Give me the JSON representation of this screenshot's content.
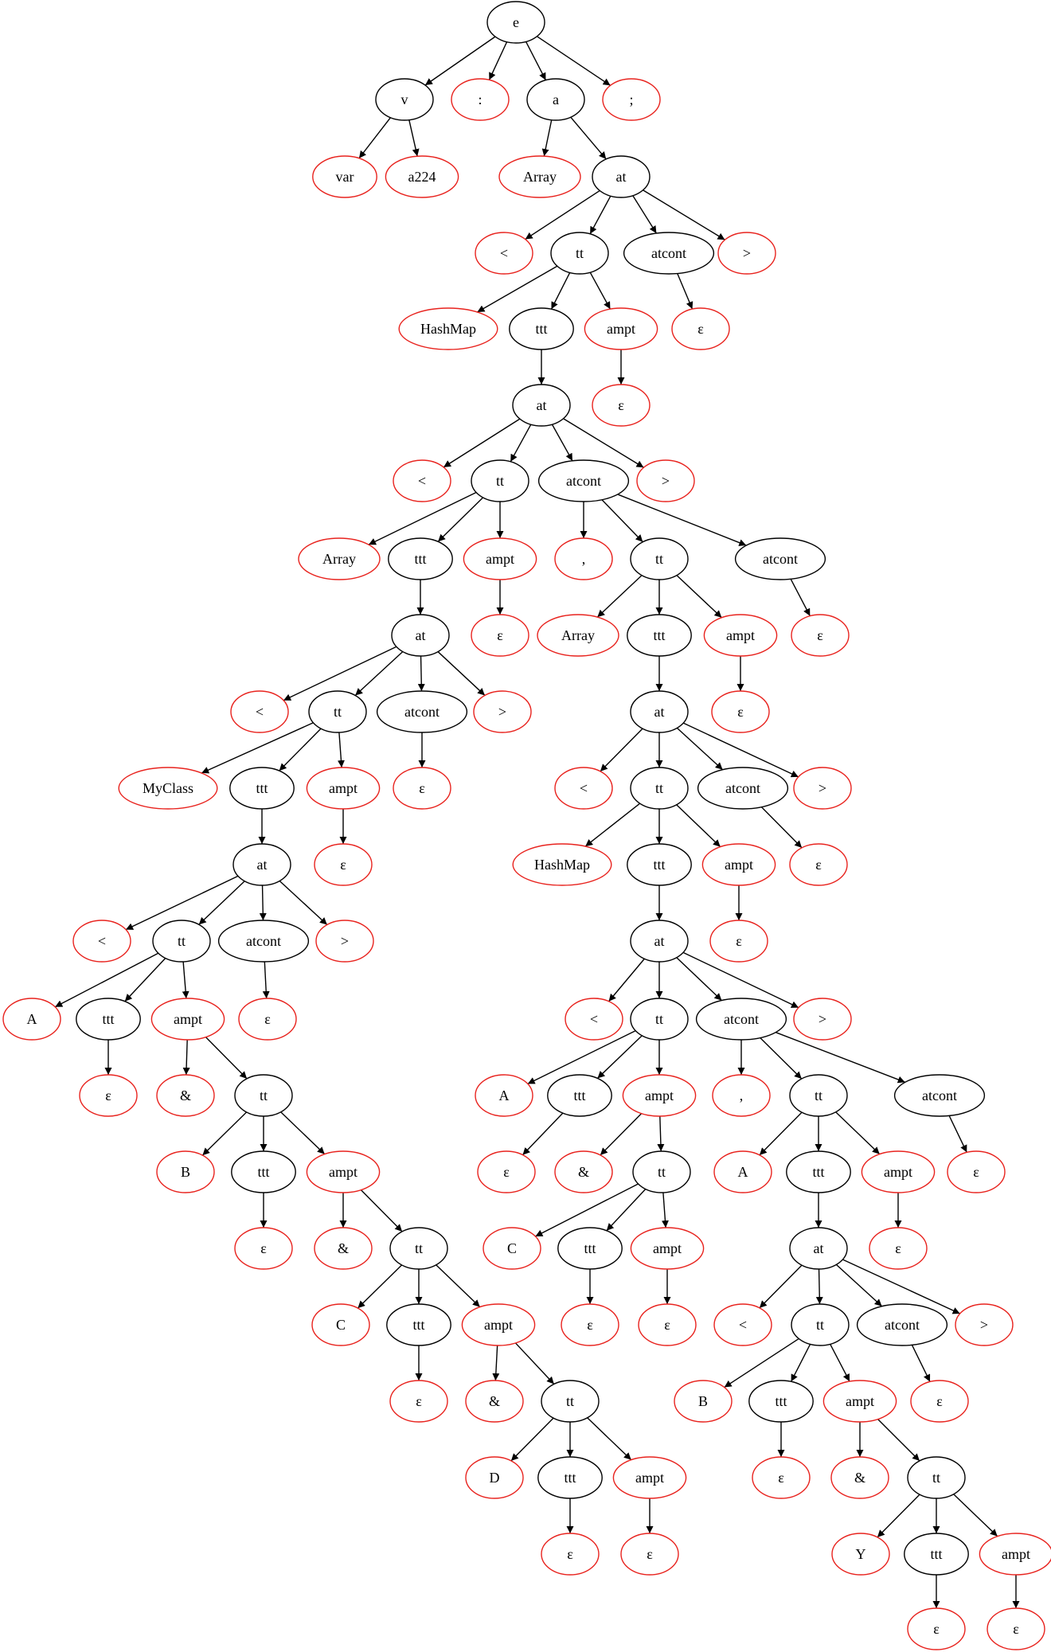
{
  "colors": {
    "nonterminal": "#000000",
    "terminal": "#e8231e",
    "background": "#ffffff"
  },
  "tree": {
    "nodes": [
      {
        "id": "n0",
        "label": "e",
        "kind": "nonterminal"
      },
      {
        "id": "n1",
        "label": "v",
        "kind": "nonterminal"
      },
      {
        "id": "n2",
        "label": ":",
        "kind": "terminal"
      },
      {
        "id": "n3",
        "label": "a",
        "kind": "nonterminal"
      },
      {
        "id": "n4",
        "label": ";",
        "kind": "terminal"
      },
      {
        "id": "n5",
        "label": "var",
        "kind": "terminal"
      },
      {
        "id": "n6",
        "label": "a224",
        "kind": "terminal"
      },
      {
        "id": "n7",
        "label": "Array",
        "kind": "terminal"
      },
      {
        "id": "n8",
        "label": "at",
        "kind": "nonterminal"
      },
      {
        "id": "n9",
        "label": "<",
        "kind": "terminal"
      },
      {
        "id": "n10",
        "label": "tt",
        "kind": "nonterminal"
      },
      {
        "id": "n11",
        "label": "atcont",
        "kind": "nonterminal"
      },
      {
        "id": "n12",
        "label": ">",
        "kind": "terminal"
      },
      {
        "id": "n13",
        "label": "HashMap",
        "kind": "terminal"
      },
      {
        "id": "n14",
        "label": "ttt",
        "kind": "nonterminal"
      },
      {
        "id": "n15",
        "label": "ampt",
        "kind": "terminal"
      },
      {
        "id": "n16",
        "label": "ε",
        "kind": "terminal"
      },
      {
        "id": "n17",
        "label": "at",
        "kind": "nonterminal"
      },
      {
        "id": "n18",
        "label": "ε",
        "kind": "terminal"
      },
      {
        "id": "n19",
        "label": "<",
        "kind": "terminal"
      },
      {
        "id": "n20",
        "label": "tt",
        "kind": "nonterminal"
      },
      {
        "id": "n21",
        "label": "atcont",
        "kind": "nonterminal"
      },
      {
        "id": "n22",
        "label": ">",
        "kind": "terminal"
      },
      {
        "id": "n23",
        "label": "Array",
        "kind": "terminal"
      },
      {
        "id": "n24",
        "label": "ttt",
        "kind": "nonterminal"
      },
      {
        "id": "n25",
        "label": "ampt",
        "kind": "terminal"
      },
      {
        "id": "n26",
        "label": ",",
        "kind": "terminal"
      },
      {
        "id": "n27",
        "label": "tt",
        "kind": "nonterminal"
      },
      {
        "id": "n28",
        "label": "atcont",
        "kind": "nonterminal"
      },
      {
        "id": "n29",
        "label": "at",
        "kind": "nonterminal"
      },
      {
        "id": "n30",
        "label": "ε",
        "kind": "terminal"
      },
      {
        "id": "n31",
        "label": "Array",
        "kind": "terminal"
      },
      {
        "id": "n32",
        "label": "ttt",
        "kind": "nonterminal"
      },
      {
        "id": "n33",
        "label": "ampt",
        "kind": "terminal"
      },
      {
        "id": "n34",
        "label": "ε",
        "kind": "terminal"
      },
      {
        "id": "n35",
        "label": "<",
        "kind": "terminal"
      },
      {
        "id": "n36",
        "label": "tt",
        "kind": "nonterminal"
      },
      {
        "id": "n37",
        "label": "atcont",
        "kind": "nonterminal"
      },
      {
        "id": "n38",
        "label": ">",
        "kind": "terminal"
      },
      {
        "id": "n39",
        "label": "at",
        "kind": "nonterminal"
      },
      {
        "id": "n40",
        "label": "ε",
        "kind": "terminal"
      },
      {
        "id": "n41",
        "label": "MyClass",
        "kind": "terminal"
      },
      {
        "id": "n42",
        "label": "ttt",
        "kind": "nonterminal"
      },
      {
        "id": "n43",
        "label": "ampt",
        "kind": "terminal"
      },
      {
        "id": "n44",
        "label": "ε",
        "kind": "terminal"
      },
      {
        "id": "n45",
        "label": "<",
        "kind": "terminal"
      },
      {
        "id": "n46",
        "label": "tt",
        "kind": "nonterminal"
      },
      {
        "id": "n47",
        "label": "atcont",
        "kind": "nonterminal"
      },
      {
        "id": "n48",
        "label": ">",
        "kind": "terminal"
      },
      {
        "id": "n49",
        "label": "at",
        "kind": "nonterminal"
      },
      {
        "id": "n50",
        "label": "ε",
        "kind": "terminal"
      },
      {
        "id": "n51",
        "label": "HashMap",
        "kind": "terminal"
      },
      {
        "id": "n52",
        "label": "ttt",
        "kind": "nonterminal"
      },
      {
        "id": "n53",
        "label": "ampt",
        "kind": "terminal"
      },
      {
        "id": "n54",
        "label": "ε",
        "kind": "terminal"
      },
      {
        "id": "n55",
        "label": "<",
        "kind": "terminal"
      },
      {
        "id": "n56",
        "label": "tt",
        "kind": "nonterminal"
      },
      {
        "id": "n57",
        "label": "atcont",
        "kind": "nonterminal"
      },
      {
        "id": "n58",
        "label": ">",
        "kind": "terminal"
      },
      {
        "id": "n59",
        "label": "at",
        "kind": "nonterminal"
      },
      {
        "id": "n60",
        "label": "ε",
        "kind": "terminal"
      },
      {
        "id": "n61",
        "label": "A",
        "kind": "terminal"
      },
      {
        "id": "n62",
        "label": "ttt",
        "kind": "nonterminal"
      },
      {
        "id": "n63",
        "label": "ampt",
        "kind": "terminal"
      },
      {
        "id": "n64",
        "label": "ε",
        "kind": "terminal"
      },
      {
        "id": "n65",
        "label": "<",
        "kind": "terminal"
      },
      {
        "id": "n66",
        "label": "tt",
        "kind": "nonterminal"
      },
      {
        "id": "n67",
        "label": "atcont",
        "kind": "nonterminal"
      },
      {
        "id": "n68",
        "label": ">",
        "kind": "terminal"
      },
      {
        "id": "n69",
        "label": "ε",
        "kind": "terminal"
      },
      {
        "id": "n70",
        "label": "&",
        "kind": "terminal"
      },
      {
        "id": "n71",
        "label": "tt",
        "kind": "nonterminal"
      },
      {
        "id": "n72",
        "label": "A",
        "kind": "terminal"
      },
      {
        "id": "n73",
        "label": "ttt",
        "kind": "nonterminal"
      },
      {
        "id": "n74",
        "label": "ampt",
        "kind": "terminal"
      },
      {
        "id": "n75",
        "label": ",",
        "kind": "terminal"
      },
      {
        "id": "n76",
        "label": "tt",
        "kind": "nonterminal"
      },
      {
        "id": "n77",
        "label": "atcont",
        "kind": "nonterminal"
      },
      {
        "id": "n78",
        "label": "B",
        "kind": "terminal"
      },
      {
        "id": "n79",
        "label": "ttt",
        "kind": "nonterminal"
      },
      {
        "id": "n80",
        "label": "ampt",
        "kind": "terminal"
      },
      {
        "id": "n81",
        "label": "ε",
        "kind": "terminal"
      },
      {
        "id": "n82",
        "label": "&",
        "kind": "terminal"
      },
      {
        "id": "n83",
        "label": "tt",
        "kind": "nonterminal"
      },
      {
        "id": "n84",
        "label": "A",
        "kind": "terminal"
      },
      {
        "id": "n85",
        "label": "ttt",
        "kind": "nonterminal"
      },
      {
        "id": "n86",
        "label": "ampt",
        "kind": "terminal"
      },
      {
        "id": "n87",
        "label": "ε",
        "kind": "terminal"
      },
      {
        "id": "n88",
        "label": "ε",
        "kind": "terminal"
      },
      {
        "id": "n89",
        "label": "&",
        "kind": "terminal"
      },
      {
        "id": "n90",
        "label": "tt",
        "kind": "nonterminal"
      },
      {
        "id": "n91",
        "label": "C",
        "kind": "terminal"
      },
      {
        "id": "n92",
        "label": "ttt",
        "kind": "nonterminal"
      },
      {
        "id": "n93",
        "label": "ampt",
        "kind": "terminal"
      },
      {
        "id": "n94",
        "label": "at",
        "kind": "nonterminal"
      },
      {
        "id": "n95",
        "label": "ε",
        "kind": "terminal"
      },
      {
        "id": "n96",
        "label": "C",
        "kind": "terminal"
      },
      {
        "id": "n97",
        "label": "ttt",
        "kind": "nonterminal"
      },
      {
        "id": "n98",
        "label": "ampt",
        "kind": "terminal"
      },
      {
        "id": "n99",
        "label": "ε",
        "kind": "terminal"
      },
      {
        "id": "n100",
        "label": "ε",
        "kind": "terminal"
      },
      {
        "id": "n101",
        "label": "<",
        "kind": "terminal"
      },
      {
        "id": "n102",
        "label": "tt",
        "kind": "nonterminal"
      },
      {
        "id": "n103",
        "label": "atcont",
        "kind": "nonterminal"
      },
      {
        "id": "n104",
        "label": ">",
        "kind": "terminal"
      },
      {
        "id": "n105",
        "label": "ε",
        "kind": "terminal"
      },
      {
        "id": "n106",
        "label": "&",
        "kind": "terminal"
      },
      {
        "id": "n107",
        "label": "tt",
        "kind": "nonterminal"
      },
      {
        "id": "n108",
        "label": "B",
        "kind": "terminal"
      },
      {
        "id": "n109",
        "label": "ttt",
        "kind": "nonterminal"
      },
      {
        "id": "n110",
        "label": "ampt",
        "kind": "terminal"
      },
      {
        "id": "n111",
        "label": "ε",
        "kind": "terminal"
      },
      {
        "id": "n112",
        "label": "D",
        "kind": "terminal"
      },
      {
        "id": "n113",
        "label": "ttt",
        "kind": "nonterminal"
      },
      {
        "id": "n114",
        "label": "ampt",
        "kind": "terminal"
      },
      {
        "id": "n115",
        "label": "ε",
        "kind": "terminal"
      },
      {
        "id": "n116",
        "label": "&",
        "kind": "terminal"
      },
      {
        "id": "n117",
        "label": "tt",
        "kind": "nonterminal"
      },
      {
        "id": "n118",
        "label": "ε",
        "kind": "terminal"
      },
      {
        "id": "n119",
        "label": "ε",
        "kind": "terminal"
      },
      {
        "id": "n120",
        "label": "Y",
        "kind": "terminal"
      },
      {
        "id": "n121",
        "label": "ttt",
        "kind": "nonterminal"
      },
      {
        "id": "n122",
        "label": "ampt",
        "kind": "terminal"
      },
      {
        "id": "n123",
        "label": "ε",
        "kind": "terminal"
      },
      {
        "id": "n124",
        "label": "ε",
        "kind": "terminal"
      }
    ],
    "edges": [
      [
        "n0",
        "n1"
      ],
      [
        "n0",
        "n2"
      ],
      [
        "n0",
        "n3"
      ],
      [
        "n0",
        "n4"
      ],
      [
        "n1",
        "n5"
      ],
      [
        "n1",
        "n6"
      ],
      [
        "n3",
        "n7"
      ],
      [
        "n3",
        "n8"
      ],
      [
        "n8",
        "n9"
      ],
      [
        "n8",
        "n10"
      ],
      [
        "n8",
        "n11"
      ],
      [
        "n8",
        "n12"
      ],
      [
        "n10",
        "n13"
      ],
      [
        "n10",
        "n14"
      ],
      [
        "n10",
        "n15"
      ],
      [
        "n11",
        "n16"
      ],
      [
        "n14",
        "n17"
      ],
      [
        "n15",
        "n18"
      ],
      [
        "n17",
        "n19"
      ],
      [
        "n17",
        "n20"
      ],
      [
        "n17",
        "n21"
      ],
      [
        "n17",
        "n22"
      ],
      [
        "n20",
        "n23"
      ],
      [
        "n20",
        "n24"
      ],
      [
        "n20",
        "n25"
      ],
      [
        "n21",
        "n26"
      ],
      [
        "n21",
        "n27"
      ],
      [
        "n21",
        "n28"
      ],
      [
        "n24",
        "n29"
      ],
      [
        "n25",
        "n30"
      ],
      [
        "n27",
        "n31"
      ],
      [
        "n27",
        "n32"
      ],
      [
        "n27",
        "n33"
      ],
      [
        "n28",
        "n34"
      ],
      [
        "n29",
        "n35"
      ],
      [
        "n29",
        "n36"
      ],
      [
        "n29",
        "n37"
      ],
      [
        "n29",
        "n38"
      ],
      [
        "n32",
        "n39"
      ],
      [
        "n33",
        "n40"
      ],
      [
        "n36",
        "n41"
      ],
      [
        "n36",
        "n42"
      ],
      [
        "n36",
        "n43"
      ],
      [
        "n37",
        "n44"
      ],
      [
        "n39",
        "n45"
      ],
      [
        "n39",
        "n46"
      ],
      [
        "n39",
        "n47"
      ],
      [
        "n39",
        "n48"
      ],
      [
        "n42",
        "n49"
      ],
      [
        "n43",
        "n50"
      ],
      [
        "n46",
        "n51"
      ],
      [
        "n46",
        "n52"
      ],
      [
        "n46",
        "n53"
      ],
      [
        "n47",
        "n54"
      ],
      [
        "n49",
        "n55"
      ],
      [
        "n49",
        "n56"
      ],
      [
        "n49",
        "n57"
      ],
      [
        "n49",
        "n58"
      ],
      [
        "n52",
        "n59"
      ],
      [
        "n53",
        "n60"
      ],
      [
        "n56",
        "n61"
      ],
      [
        "n56",
        "n62"
      ],
      [
        "n56",
        "n63"
      ],
      [
        "n57",
        "n64"
      ],
      [
        "n59",
        "n65"
      ],
      [
        "n59",
        "n66"
      ],
      [
        "n59",
        "n67"
      ],
      [
        "n59",
        "n68"
      ],
      [
        "n62",
        "n69"
      ],
      [
        "n63",
        "n70"
      ],
      [
        "n63",
        "n71"
      ],
      [
        "n66",
        "n72"
      ],
      [
        "n66",
        "n73"
      ],
      [
        "n66",
        "n74"
      ],
      [
        "n67",
        "n75"
      ],
      [
        "n67",
        "n76"
      ],
      [
        "n67",
        "n77"
      ],
      [
        "n71",
        "n78"
      ],
      [
        "n71",
        "n79"
      ],
      [
        "n71",
        "n80"
      ],
      [
        "n73",
        "n81"
      ],
      [
        "n74",
        "n82"
      ],
      [
        "n74",
        "n83"
      ],
      [
        "n76",
        "n84"
      ],
      [
        "n76",
        "n85"
      ],
      [
        "n76",
        "n86"
      ],
      [
        "n77",
        "n87"
      ],
      [
        "n79",
        "n88"
      ],
      [
        "n80",
        "n89"
      ],
      [
        "n80",
        "n90"
      ],
      [
        "n83",
        "n91"
      ],
      [
        "n83",
        "n92"
      ],
      [
        "n83",
        "n93"
      ],
      [
        "n85",
        "n94"
      ],
      [
        "n86",
        "n95"
      ],
      [
        "n90",
        "n96"
      ],
      [
        "n90",
        "n97"
      ],
      [
        "n90",
        "n98"
      ],
      [
        "n92",
        "n99"
      ],
      [
        "n93",
        "n100"
      ],
      [
        "n94",
        "n101"
      ],
      [
        "n94",
        "n102"
      ],
      [
        "n94",
        "n103"
      ],
      [
        "n94",
        "n104"
      ],
      [
        "n97",
        "n105"
      ],
      [
        "n98",
        "n106"
      ],
      [
        "n98",
        "n107"
      ],
      [
        "n102",
        "n108"
      ],
      [
        "n102",
        "n109"
      ],
      [
        "n102",
        "n110"
      ],
      [
        "n103",
        "n111"
      ],
      [
        "n107",
        "n112"
      ],
      [
        "n107",
        "n113"
      ],
      [
        "n107",
        "n114"
      ],
      [
        "n109",
        "n115"
      ],
      [
        "n110",
        "n116"
      ],
      [
        "n110",
        "n117"
      ],
      [
        "n113",
        "n118"
      ],
      [
        "n114",
        "n119"
      ],
      [
        "n117",
        "n120"
      ],
      [
        "n117",
        "n121"
      ],
      [
        "n117",
        "n122"
      ],
      [
        "n121",
        "n123"
      ],
      [
        "n122",
        "n124"
      ]
    ]
  }
}
